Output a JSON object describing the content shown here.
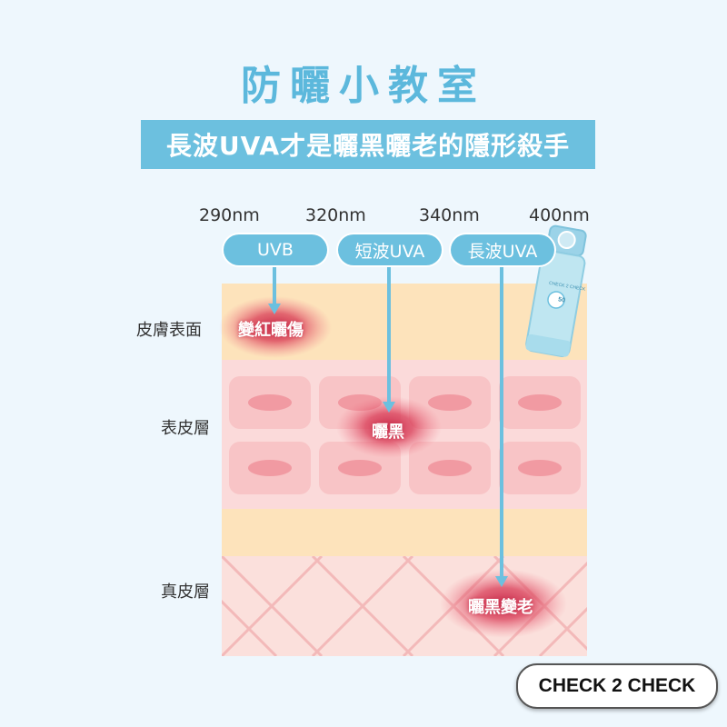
{
  "title": "防曬小教室",
  "subtitle": "長波UVA才是曬黑曬老的隱形殺手",
  "wavelengths": [
    "290nm",
    "320nm",
    "340nm",
    "400nm"
  ],
  "rays": [
    {
      "label": "UVB"
    },
    {
      "label": "短波UVA"
    },
    {
      "label": "長波UVA"
    }
  ],
  "layers": {
    "surface": "皮膚表面",
    "epidermis": "表皮層",
    "dermis": "真皮層"
  },
  "effects": {
    "uvb": "變紅曬傷",
    "short_uva": "曬黑",
    "long_uva": "曬黑變老"
  },
  "product": {
    "label": "CHECK 2 CHECK",
    "spf_badge": "50"
  },
  "brand_button": "CHECK 2 CHECK",
  "colors": {
    "background": "#eef7fd",
    "accent_blue": "#6cc0df",
    "title_blue": "#5cb8dc",
    "surface_layer": "#fde3bb",
    "epidermis_layer": "#fbdada",
    "cell": "#f8c4c6",
    "nucleus": "#f19aa2",
    "dermis_layer": "#fbe0dc",
    "damage_glow": "#d93a55"
  }
}
